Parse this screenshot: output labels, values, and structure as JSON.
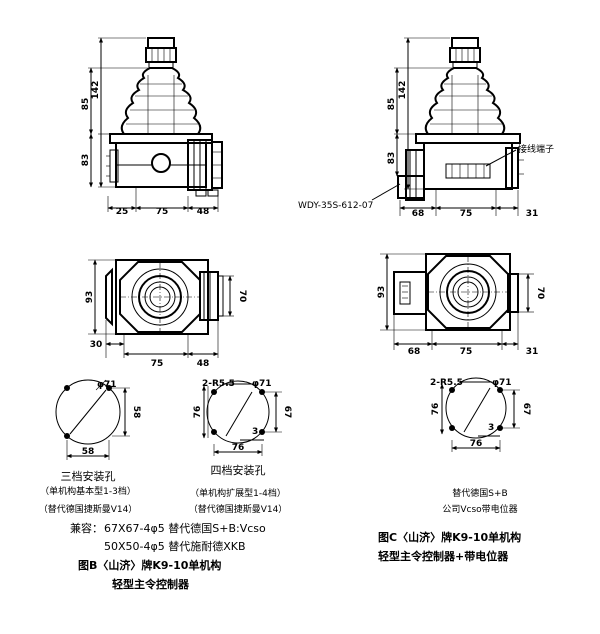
{
  "left": {
    "side_dims": {
      "height_total": "142",
      "height_upper": "85",
      "height_lower": "83",
      "width_left": "25",
      "width_mid": "75",
      "width_right": "48"
    },
    "top_dims": {
      "height": "93",
      "height_right": "70",
      "width_left": "30",
      "width_mid": "75",
      "width_right": "48"
    },
    "mount3": {
      "diameter": "φ71",
      "side": "58",
      "bottom": "58",
      "title": "三档安装孔",
      "sub1": "（单机构基本型1-3档）",
      "sub2": "（替代德国捷斯曼V14）"
    },
    "mount4": {
      "hole": "2-R5.5",
      "diameter": "φ71",
      "side": "67",
      "left": "76",
      "bottom": "76",
      "num": "3",
      "title": "四档安装孔",
      "sub1": "（单机构扩展型1-4档）",
      "sub2": "（替代德国捷斯曼V14）"
    },
    "compat": {
      "label": "兼容：",
      "line1": "67X67-4φ5 替代德国S+B:Vcso",
      "line2": "50X50-4φ5 替代施耐德XKB"
    },
    "caption": {
      "line1": "图B〈山济〉牌K9-10单机构",
      "line2": "轻型主令控制器"
    }
  },
  "right": {
    "side_dims": {
      "height_total": "142",
      "height_upper": "85",
      "height_lower": "83",
      "width_left": "68",
      "width_mid": "75",
      "width_right": "31"
    },
    "terminal_label": "接线端子",
    "pot_label": "WDY-35S-612-07",
    "top_dims": {
      "height": "93",
      "height_right": "70",
      "width_left": "68",
      "width_mid": "75",
      "width_right": "31"
    },
    "mount": {
      "hole": "2-R5.5",
      "diameter": "φ71",
      "side": "67",
      "left": "76",
      "bottom": "76",
      "num": "3"
    },
    "replace": {
      "line1": "替代德国S+B",
      "line2": "公司Vcso带电位器"
    },
    "caption": {
      "line1": "图C〈山济〉牌K9-10单机构",
      "line2": "轻型主令控制器+带电位器"
    }
  }
}
